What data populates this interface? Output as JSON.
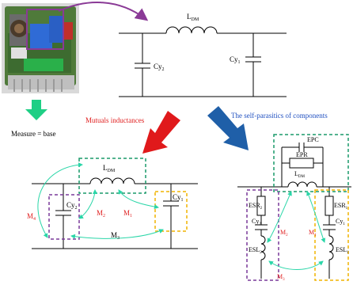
{
  "top_circuit": {
    "inductor_label": "L",
    "inductor_sub": "DM",
    "cap_left_label": "Cy",
    "cap_left_sub": "2",
    "cap_right_label": "Cy",
    "cap_right_sub": "1"
  },
  "photo": {
    "caption": "Measure = base"
  },
  "arrows": {
    "left_caption": "Mutuals inductances",
    "right_caption": "The self-parasitics of components",
    "colors": {
      "red": "#e0191b",
      "blue": "#1f5fa8",
      "green": "#1fcf85",
      "purple": "#8a3a96"
    }
  },
  "left_circuit": {
    "inductor_label": "L",
    "inductor_sub": "DM",
    "cap_left_label": "Cy",
    "cap_left_sub": "2",
    "cap_right_label": "Cy",
    "cap_right_sub": "1",
    "m4": "M",
    "m4_sub": "4",
    "m2": "M",
    "m2_sub": "2",
    "m1": "M",
    "m1_sub": "1",
    "m3": "M",
    "m3_sub": "3"
  },
  "right_circuit": {
    "epc": "EPC",
    "epr": "EPR",
    "inductor_label": "L",
    "inductor_sub": "DM",
    "esr2": "ESR",
    "esr2_sub": "2",
    "esr1": "ESR",
    "esr1_sub": "1",
    "cy2": "Cy",
    "cy2_sub": "2",
    "cy1": "Cy",
    "cy1_sub": "1",
    "esl2": "ESL",
    "esl2_sub": "2",
    "esl1": "ESL",
    "esl1_sub": "1",
    "m2": "M",
    "m2_sub": "2",
    "m1": "M",
    "m1_sub": "1",
    "m3": "M",
    "m3_sub": "3"
  },
  "colors": {
    "green_box": "#1a9a6a",
    "purple_box": "#7a3a9a",
    "orange_box": "#f0b400",
    "mutual_arrow": "#2ad6a8",
    "red_text": "#e02020",
    "blue_text": "#2050c0"
  }
}
